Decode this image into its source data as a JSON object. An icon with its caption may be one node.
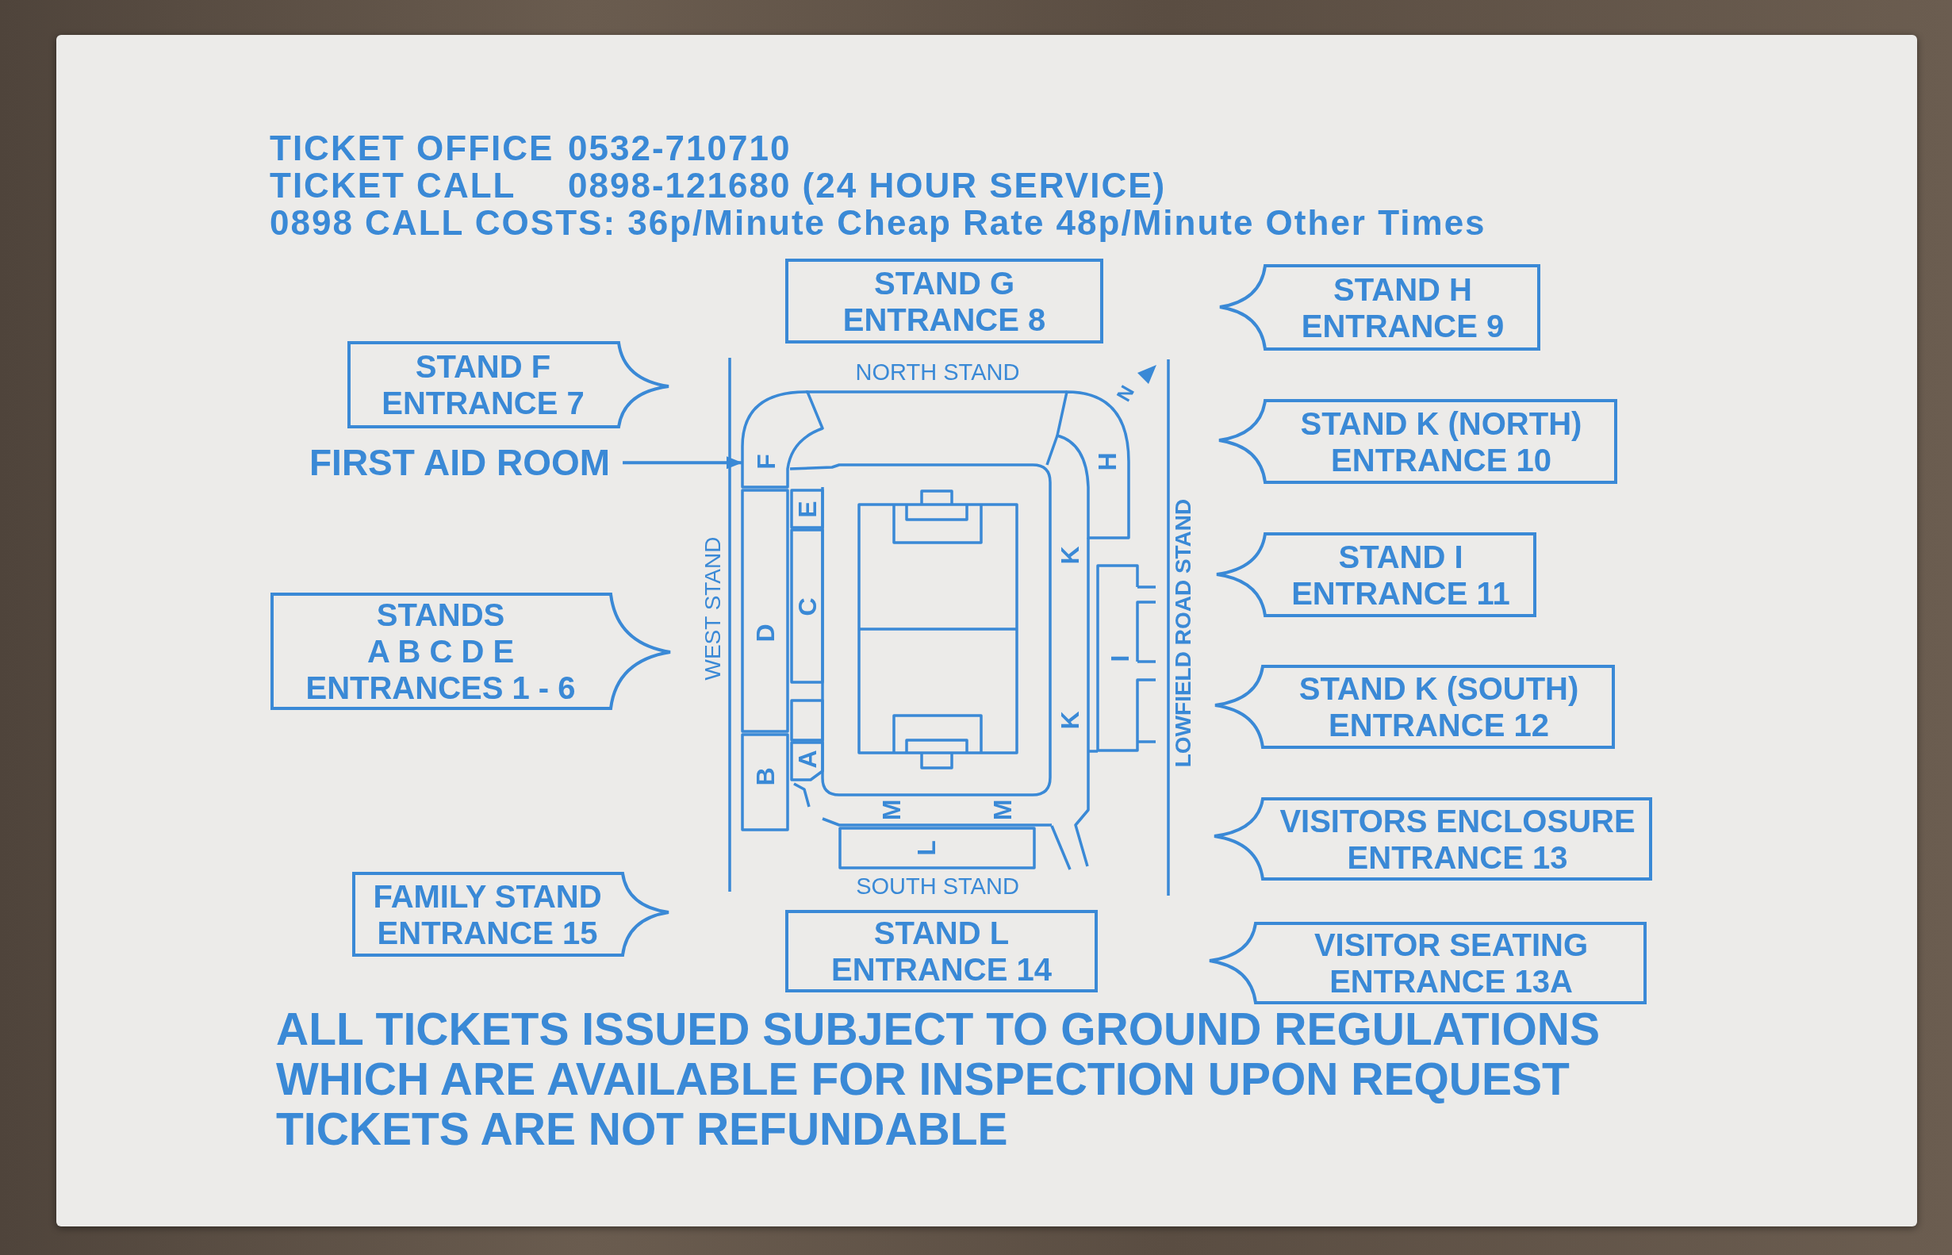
{
  "diagram": {
    "nodes": [
      {
        "text": [
          "STAND G",
          "ENTRANCE 8"
        ]
      },
      {
        "text": [
          "STAND F",
          "ENTRANCE 7"
        ]
      },
      {
        "text": [
          "FIRST AID ROOM"
        ]
      },
      {
        "text": [
          "STANDS A B C D E",
          "ENTRANCES 1 - 6"
        ]
      },
      {
        "text": [
          "FAMILY STAND",
          "ENTRANCE 15"
        ]
      },
      {
        "text": [
          "F"
        ]
      },
      {
        "text": [
          "H"
        ]
      },
      {
        "text": [
          "E"
        ]
      },
      {
        "text": [
          "D"
        ]
      },
      {
        "text": [
          "C"
        ]
      },
      {
        "text": [],
        "shape": "box"
      },
      {
        "text": [
          "I"
        ]
      },
      {
        "text": [
          "A"
        ]
      },
      {
        "text": [
          "B"
        ]
      },
      {
        "text": [
          "L"
        ]
      },
      {
        "text": [
          "STAND L",
          "ENTRANCE 14"
        ]
      },
      {
        "text": [
          "STAND H",
          "ENTRANCE 9"
        ]
      },
      {
        "text": [
          "STAND K (NORTH)",
          "ENTRANCE 10"
        ]
      },
      {
        "text": [
          "STAND I",
          "ENTRANCE 11"
        ]
      },
      {
        "text": [
          "STAND K (SOUTH)",
          "ENTRANCE 12"
        ]
      },
      {
        "text": [
          "VISITORS ENCLOSURE",
          "ENTRANCE 13"
        ]
      },
      {
        "text": [
          "VISITOR SEATING",
          "ENTRANCE 13A"
        ]
      }
    ],
    "edges": [
      {
        "from": 2,
        "to": 5,
        "arrow": "to"
      }
    ],
    "labels": [
      "TICKET OFFICE",
      "0532-710710",
      "TICKET CALL",
      "0898-121680 (24 HOUR SERVICE)",
      "0898 CALL COSTS: 36p/Minute Cheap Rate 48p/Minute Other Times",
      "NORTH STAND",
      "N",
      "WEST STAND",
      "K",
      "LOWFIELD ROAD STAND",
      "K",
      "M",
      "M",
      "SOUTH STAND",
      "ALL TICKETS ISSUED SUBJECT TO GROUND REGULATIONS WHICH ARE AVAILABLE FOR INSPECTION UPON REQUEST",
      "TICKETS ARE NOT REFUNDABLE"
    ]
  }
}
